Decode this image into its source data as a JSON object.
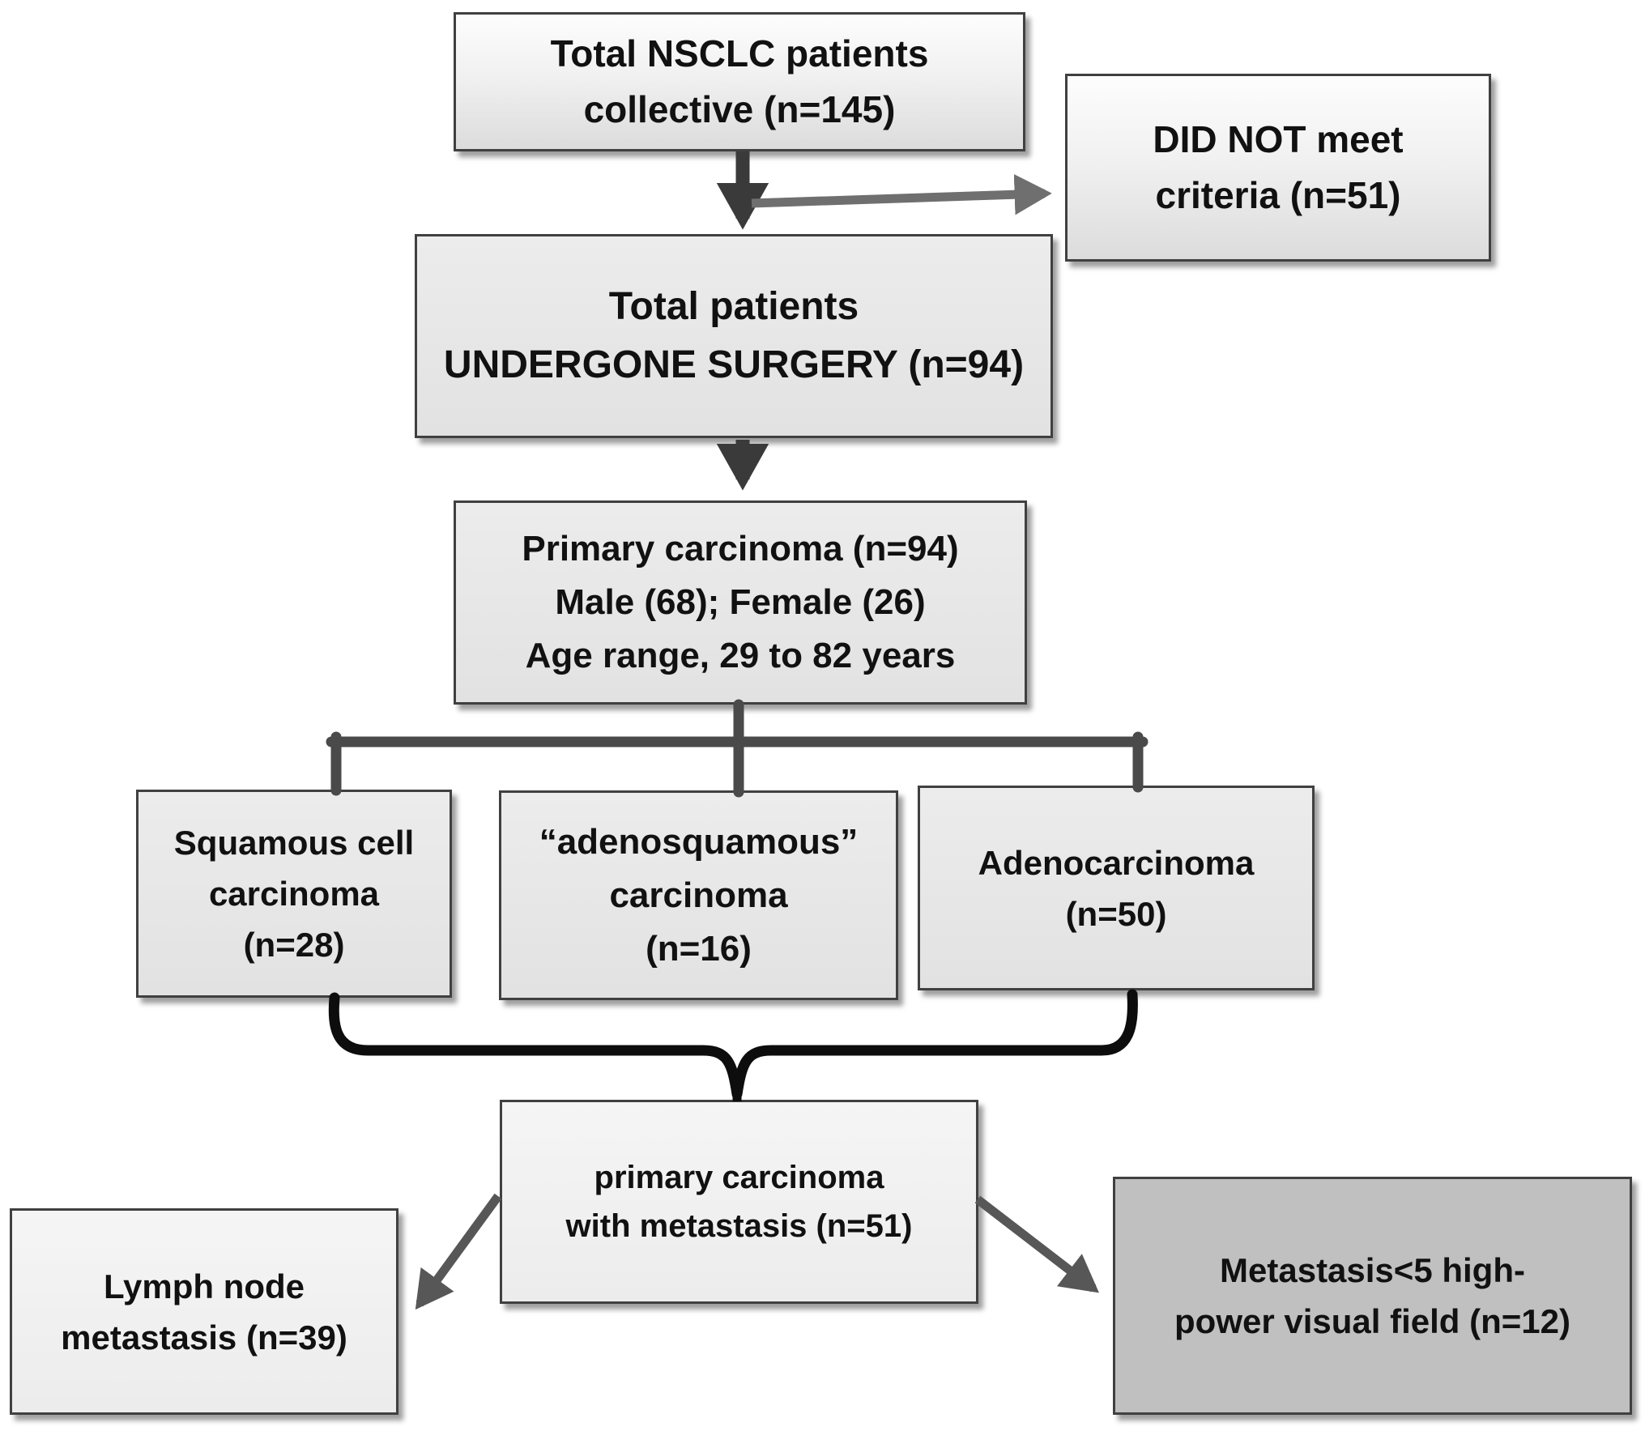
{
  "figure": {
    "type": "flowchart",
    "background": "#ffffff",
    "colors": {
      "box_border": "#404040",
      "box_fill_gradient_top": "#fdfdfd",
      "box_fill_gradient_bottom": "#dcdcdc",
      "box_fill_gray": "#e6e6e6",
      "box_fill_light": "#f1f1f1",
      "box_fill_dark": "#c0c0c0",
      "arrow_dark": "#3a3a3a",
      "arrow_gray": "#6f6f6f",
      "arrow_mid": "#575757",
      "tree_line": "#4a4a4a",
      "brace": "#0d0d0d",
      "text": "#111111"
    },
    "nodes": {
      "total_nsclc": {
        "line1": "Total NSCLC patients",
        "line2": "collective (n=145)"
      },
      "did_not_meet_criteria": {
        "line1": "DID NOT meet",
        "line2": "criteria (n=51)"
      },
      "undergone_surgery": {
        "line1": "Total patients",
        "line2": "UNDERGONE SURGERY (n=94)"
      },
      "primary_carcinoma": {
        "line1": "Primary carcinoma (n=94)",
        "line2": "Male (68); Female (26)",
        "line3": "Age range, 29 to 82 years"
      },
      "squamous_cell": {
        "line1": "Squamous cell",
        "line2": "carcinoma",
        "line3": "(n=28)"
      },
      "adenosquamous": {
        "line1": "“adenosquamous”",
        "line2": "carcinoma",
        "line3": "(n=16)"
      },
      "adenocarcinoma": {
        "line1": "Adenocarcinoma",
        "line2": "(n=50)"
      },
      "metastasis": {
        "line1": "primary carcinoma",
        "line2": "with metastasis (n=51)"
      },
      "lymph_node": {
        "line1": "Lymph node",
        "line2": "metastasis (n=39)"
      },
      "high_power_field": {
        "line1": "Metastasis<5 high-",
        "line2": "power visual field (n=12)"
      }
    }
  }
}
